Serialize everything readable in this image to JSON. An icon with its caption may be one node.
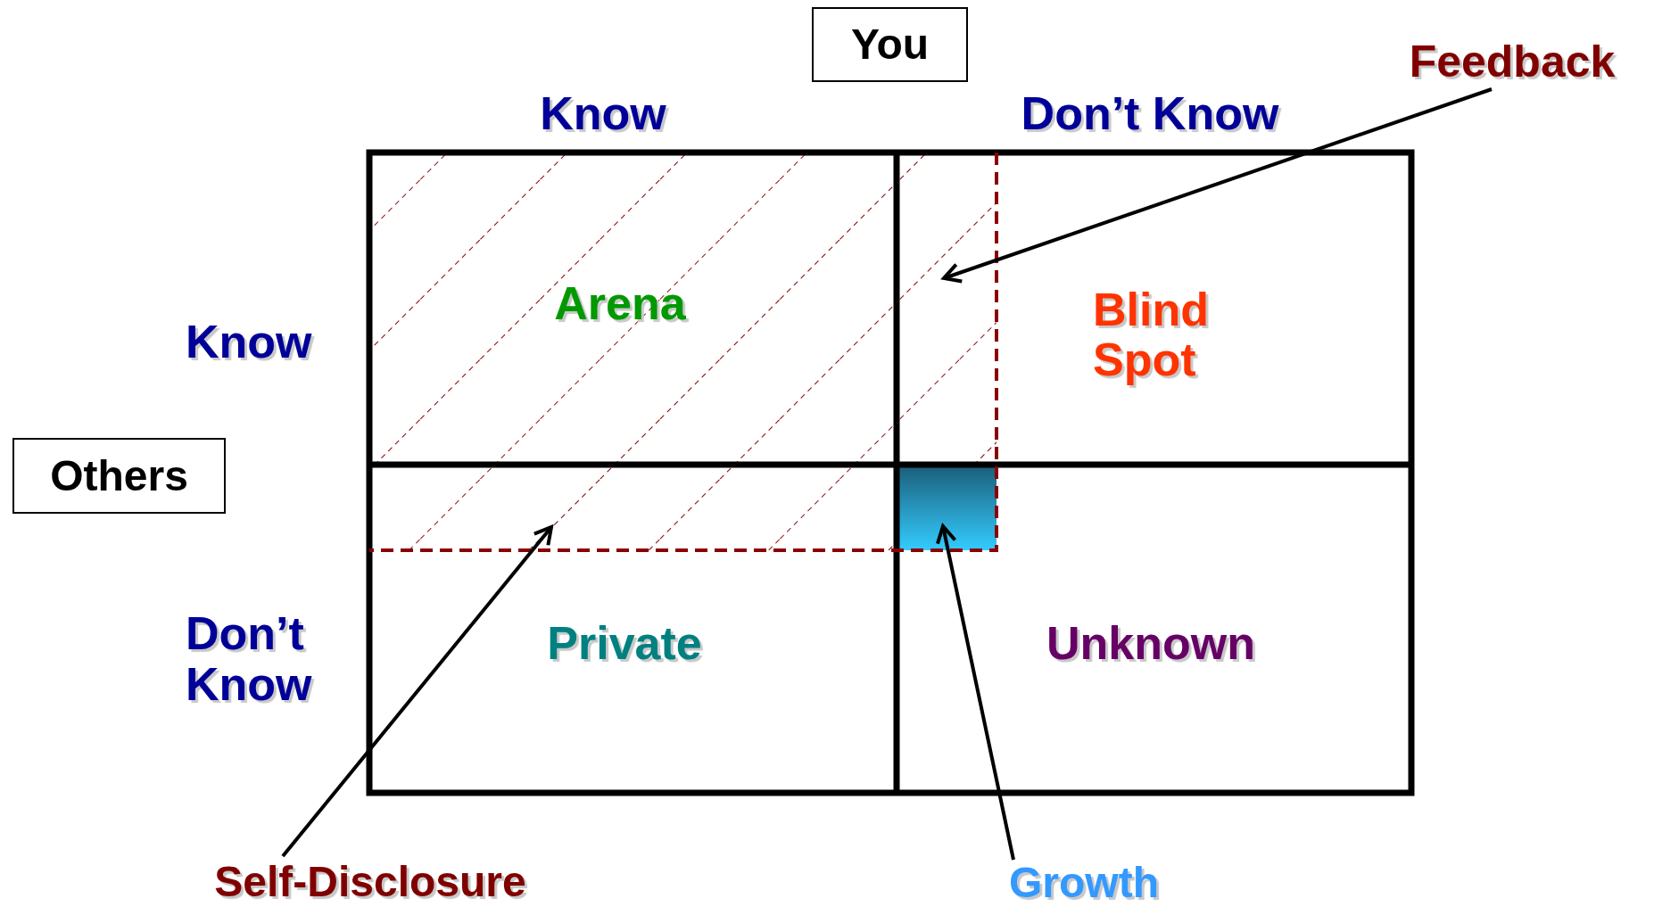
{
  "diagram": {
    "nodes": [
      {
        "text": [
          "You"
        ]
      },
      {
        "text": [
          "Others"
        ]
      },
      {
        "text": [
          "Arena"
        ]
      },
      {
        "text": [
          "Blind Spot"
        ]
      },
      {
        "text": [
          "Private"
        ]
      },
      {
        "text": [
          "Unknown"
        ]
      },
      {
        "text": [
          "Feedback"
        ]
      },
      {
        "text": [],
        "shape": "box"
      },
      {
        "text": [
          "Self-Disclosure"
        ]
      },
      {
        "text": [],
        "shape": "box"
      },
      {
        "text": [
          "Growth"
        ]
      },
      {
        "text": [],
        "shape": "box"
      }
    ],
    "edges": [
      {
        "from": 6,
        "to": 7,
        "arrow": "to"
      },
      {
        "from": 8,
        "to": 9,
        "arrow": "to"
      },
      {
        "from": 10,
        "to": 11,
        "arrow": "to"
      }
    ],
    "labels": [
      "Know",
      "Don’t Know",
      "Know",
      "Don’t Know"
    ]
  }
}
